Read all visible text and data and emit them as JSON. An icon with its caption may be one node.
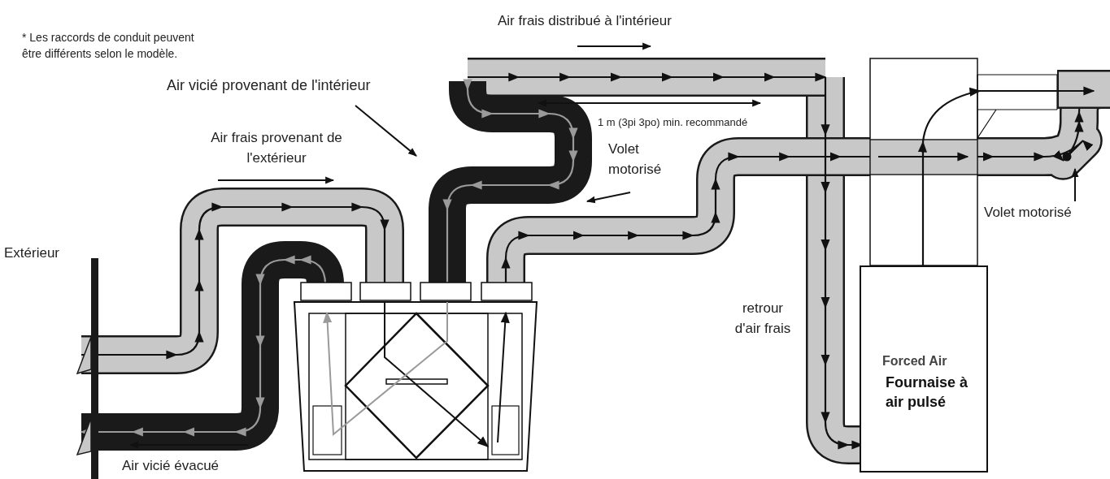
{
  "diagram": {
    "nodes": [
      {
        "text": [
          "Air vicié provenant de l'intérieur"
        ]
      },
      {
        "text": [
          "Volet motorisé"
        ]
      },
      {
        "text": [
          "Volet motorisé"
        ]
      },
      {
        "text": [
          "Forced Air",
          "Fournaise à air pulsé"
        ]
      }
    ],
    "edges": [
      {
        "from": 0,
        "to": null,
        "arrow": "to"
      },
      {
        "from": 1,
        "to": null,
        "arrow": "to"
      },
      {
        "from": 2,
        "to": null,
        "arrow": "to"
      }
    ],
    "labels": [
      "* Les raccords de conduit peuvent être différents selon le modèle.",
      "Air frais distribué à l'intérieur",
      "Air frais provenant de l'extérieur",
      "1 m (3pi 3po) min. recommandé",
      "Extérieur",
      "retrour d'air frais",
      "Air vicié évacué"
    ]
  }
}
